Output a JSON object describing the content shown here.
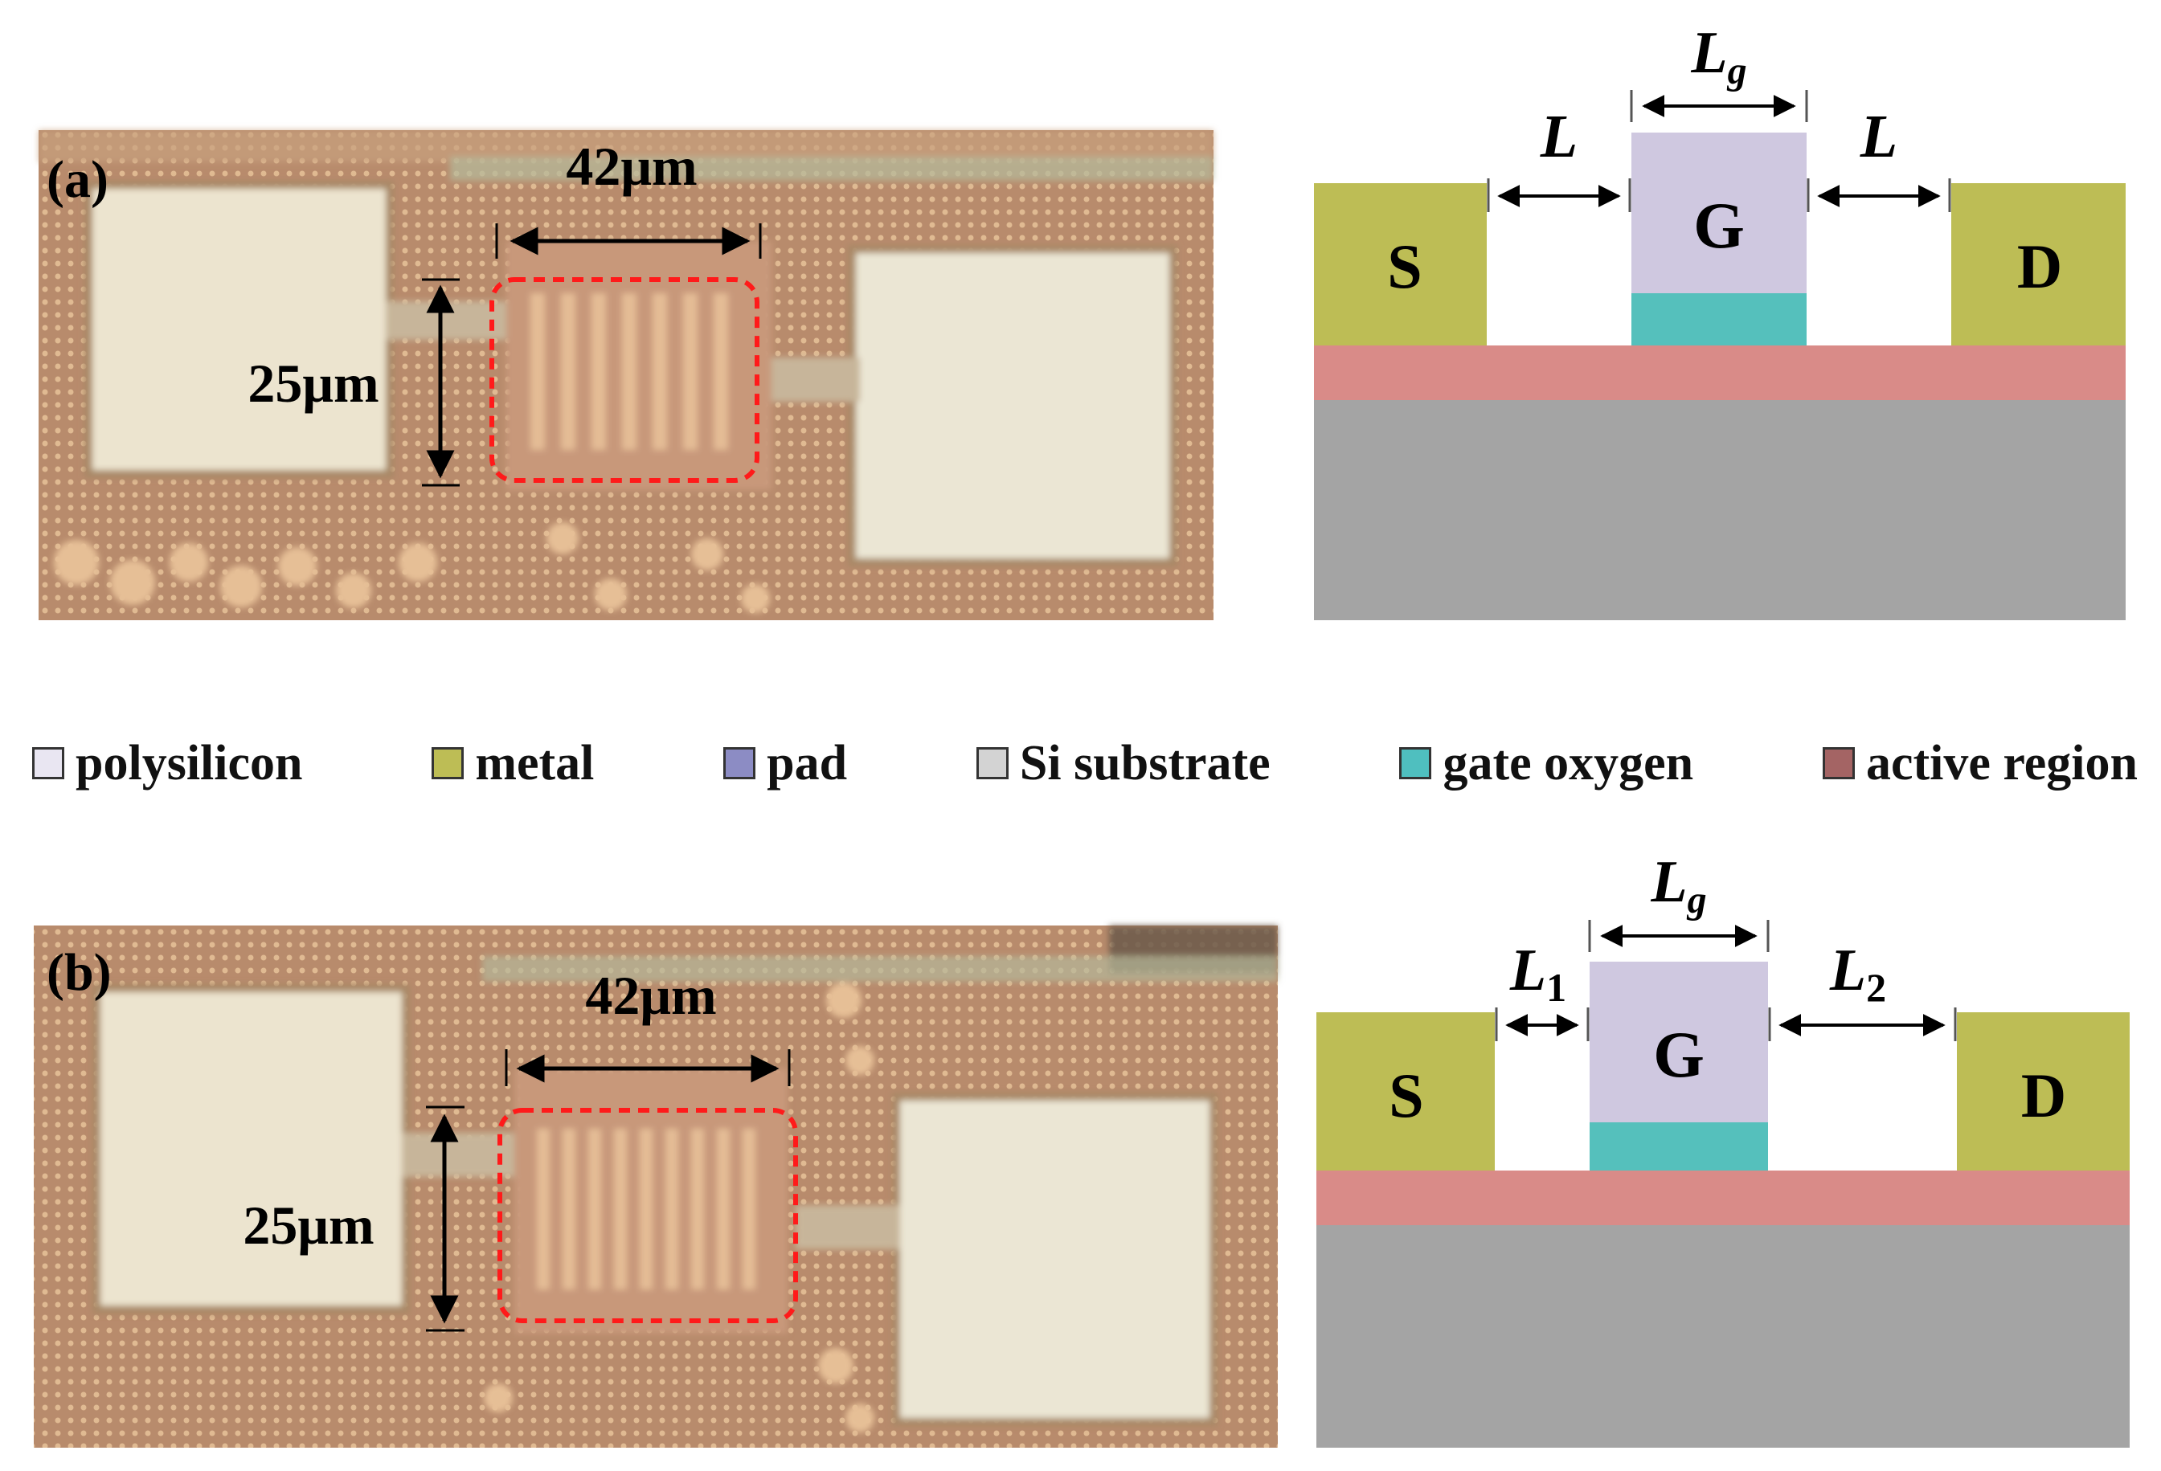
{
  "panels": {
    "a": {
      "label": "(a)",
      "width_label": "42μm",
      "height_label": "25μm",
      "cross_section": {
        "source": "S",
        "gate": "G",
        "drain": "D",
        "gate_length_base": "L",
        "gate_length_sub": "g",
        "left_gap_base": "L",
        "left_gap_sub": "",
        "right_gap_base": "L",
        "right_gap_sub": ""
      }
    },
    "b": {
      "label": "(b)",
      "width_label": "42μm",
      "height_label": "25μm",
      "cross_section": {
        "source": "S",
        "gate": "G",
        "drain": "D",
        "gate_length_base": "L",
        "gate_length_sub": "g",
        "left_gap_base": "L",
        "left_gap_sub": "1",
        "right_gap_base": "L",
        "right_gap_sub": "2"
      }
    }
  },
  "legend": [
    {
      "label": "polysilicon",
      "color": "#e9e6f2"
    },
    {
      "label": "metal",
      "color": "#bdbd55"
    },
    {
      "label": "pad",
      "color": "#8c8cc4"
    },
    {
      "label": "Si substrate",
      "color": "#d3d3d3"
    },
    {
      "label": "gate oxygen",
      "color": "#4fbfbf"
    },
    {
      "label": "active region",
      "color": "#a46464"
    }
  ],
  "colors": {
    "metal": "#bdbd55",
    "polysilicon": "#cfc8e0",
    "gate_oxide": "#55c0bc",
    "active_region": "#d98b88",
    "substrate": "#a4a4a4",
    "highlight": "#ff1a1a"
  }
}
